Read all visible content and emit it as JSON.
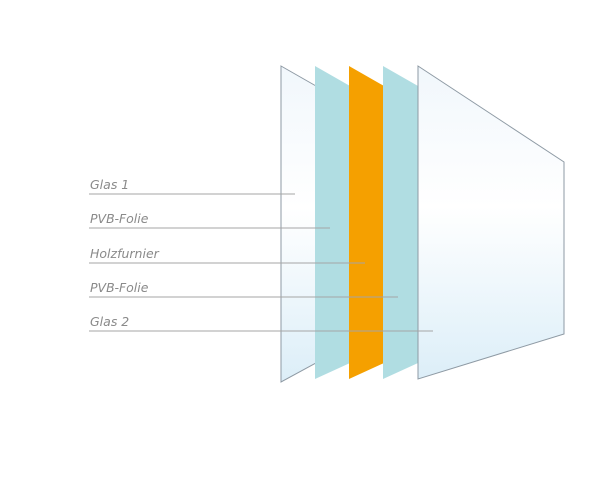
{
  "diagram": {
    "layers": [
      {
        "label": "Glas 1",
        "material": "glass"
      },
      {
        "label": "PVB-Folie",
        "material": "pvb"
      },
      {
        "label": "Holzfurnier",
        "material": "veneer"
      },
      {
        "label": "PVB-Folie",
        "material": "pvb"
      },
      {
        "label": "Glas 2",
        "material": "glass"
      }
    ],
    "colors": {
      "glass_top": "#f1f7fc",
      "glass_mid": "#ffffff",
      "glass_bottom": "#dceef8",
      "glass_edge": "#8e9aa4",
      "pvb": "#b0dde2",
      "veneer": "#f5a000",
      "leader_line": "#a5a5a5",
      "label_text": "#8a8a8a"
    }
  }
}
